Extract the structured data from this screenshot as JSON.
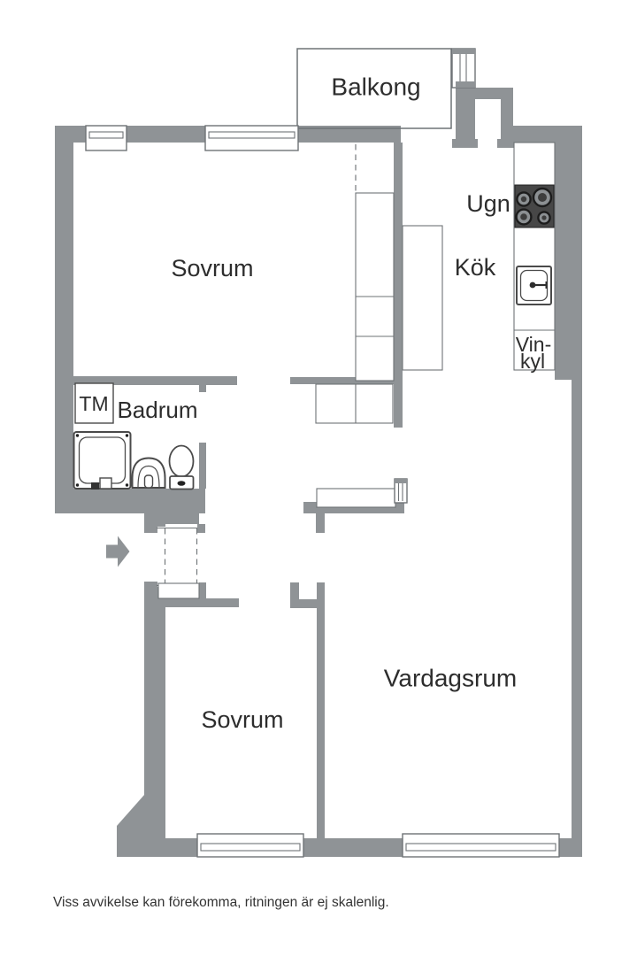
{
  "floorplan": {
    "rooms": {
      "balcony": "Balkong",
      "bedroom_top": "Sovrum",
      "oven": "Ugn",
      "kitchen": "Kök",
      "wine_fridge_line1": "Vin-",
      "wine_fridge_line2": "kyl",
      "washing_machine": "TM",
      "bathroom": "Badrum",
      "bedroom_bottom": "Sovrum",
      "living_room": "Vardagsrum"
    },
    "disclaimer": "Viss avvikelse kan förekomma, ritningen är ej skalenlig.",
    "colors": {
      "wall": "#8f9396",
      "line": "#6e7376",
      "fixture_dark": "#474747",
      "text": "#2d2d2d",
      "background": "#ffffff"
    }
  }
}
